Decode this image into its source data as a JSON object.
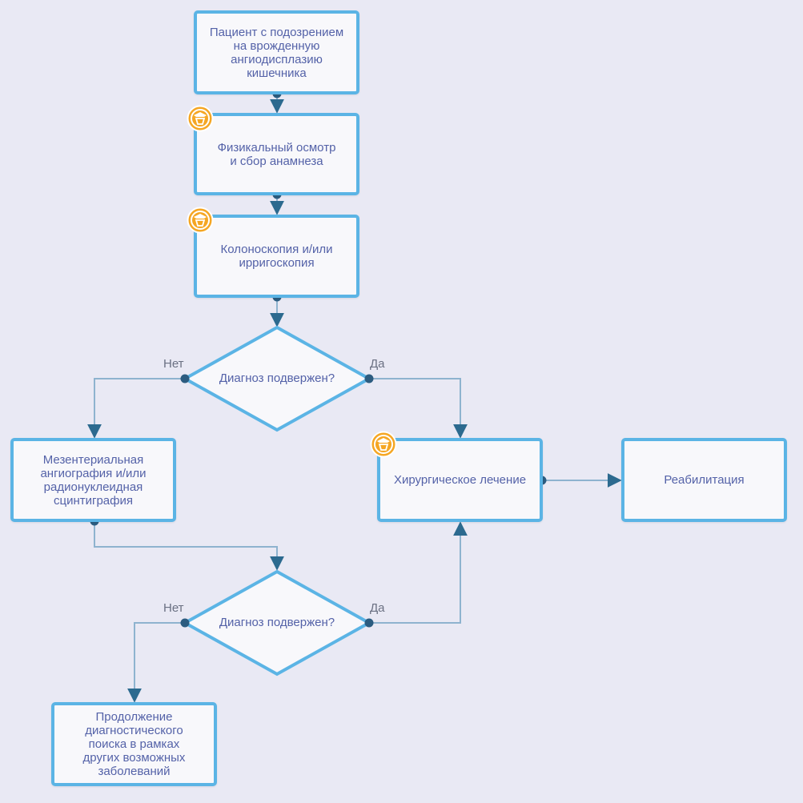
{
  "colors": {
    "background": "#e9e9f4",
    "node_border": "#5bb4e5",
    "node_fill": "#f8f8fb",
    "text": "#5462a8",
    "connector": "#8eb3cf",
    "connector_dot": "#2c5c80",
    "badge": "#f5a623"
  },
  "nodes": {
    "start": "Пациент с подозрением\nна врожденную\nангиодисплазию\nкишечника",
    "exam": "Физикальный осмотр\nи сбор анамнеза",
    "colonoscopy": "Колоноскопия и/или\nирригоскопия",
    "decision1": "Диагноз подвержен?",
    "angiography": "Мезентериальная\nангиография и/или\nрадионуклеидная\nсцинтиграфия",
    "surgery": "Хирургическое лечение",
    "rehab": "Реабилитация",
    "decision2": "Диагноз подвержен?",
    "continue": "Продолжение\nдиагностического\nпоиска в рамках\nдругих возможных\nзаболеваний"
  },
  "branches": {
    "d1_no": "Нет",
    "d1_yes": "Да",
    "d2_no": "Нет",
    "d2_yes": "Да"
  },
  "badges": {
    "icon": "doctor-badge-icon"
  }
}
